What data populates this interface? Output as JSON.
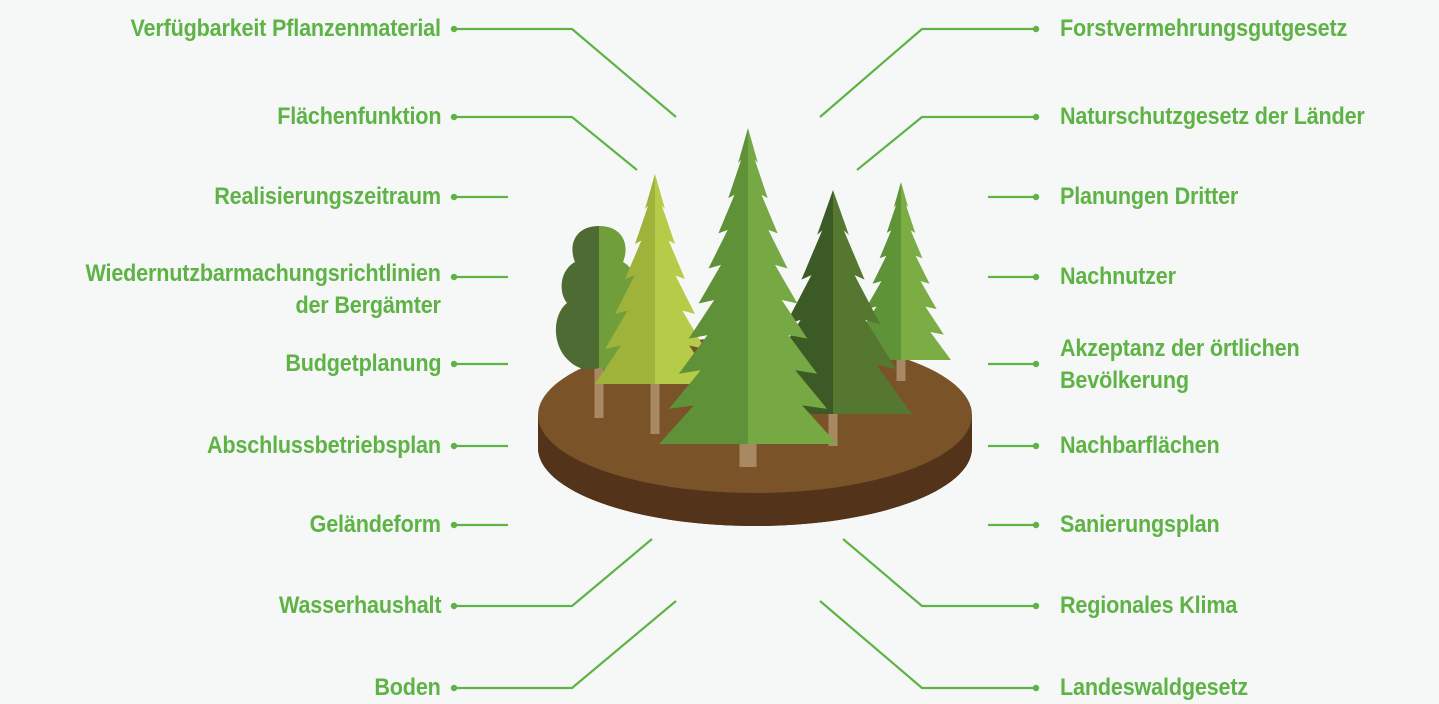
{
  "colors": {
    "accent": "#5fb346",
    "background": "#f6f8f8",
    "soil_top": "#7a5428",
    "soil_side": "#53331a"
  },
  "labels": {
    "left": [
      {
        "lines": [
          "Verfügbarkeit Pflanzenmaterial"
        ]
      },
      {
        "lines": [
          "Flächenfunktion"
        ]
      },
      {
        "lines": [
          "Realisierungszeitraum"
        ]
      },
      {
        "lines": [
          "Wiedernutzbarmachungsrichtlinien",
          "der Bergämter"
        ]
      },
      {
        "lines": [
          "Budgetplanung"
        ]
      },
      {
        "lines": [
          "Abschlussbetriebsplan"
        ]
      },
      {
        "lines": [
          "Geländeform"
        ]
      },
      {
        "lines": [
          "Wasserhaushalt"
        ]
      },
      {
        "lines": [
          "Boden"
        ]
      }
    ],
    "right": [
      {
        "lines": [
          "Forstvermehrungsgutgesetz"
        ]
      },
      {
        "lines": [
          "Naturschutzgesetz der Länder"
        ]
      },
      {
        "lines": [
          "Planungen Dritter"
        ]
      },
      {
        "lines": [
          "Nachnutzer"
        ]
      },
      {
        "lines": [
          "Akzeptanz der örtlichen",
          "Bevölkerung"
        ]
      },
      {
        "lines": [
          "Nachbarflächen"
        ]
      },
      {
        "lines": [
          "Sanierungsplan"
        ]
      },
      {
        "lines": [
          "Regionales Klima"
        ]
      },
      {
        "lines": [
          "Landeswaldgesetz"
        ]
      }
    ]
  }
}
